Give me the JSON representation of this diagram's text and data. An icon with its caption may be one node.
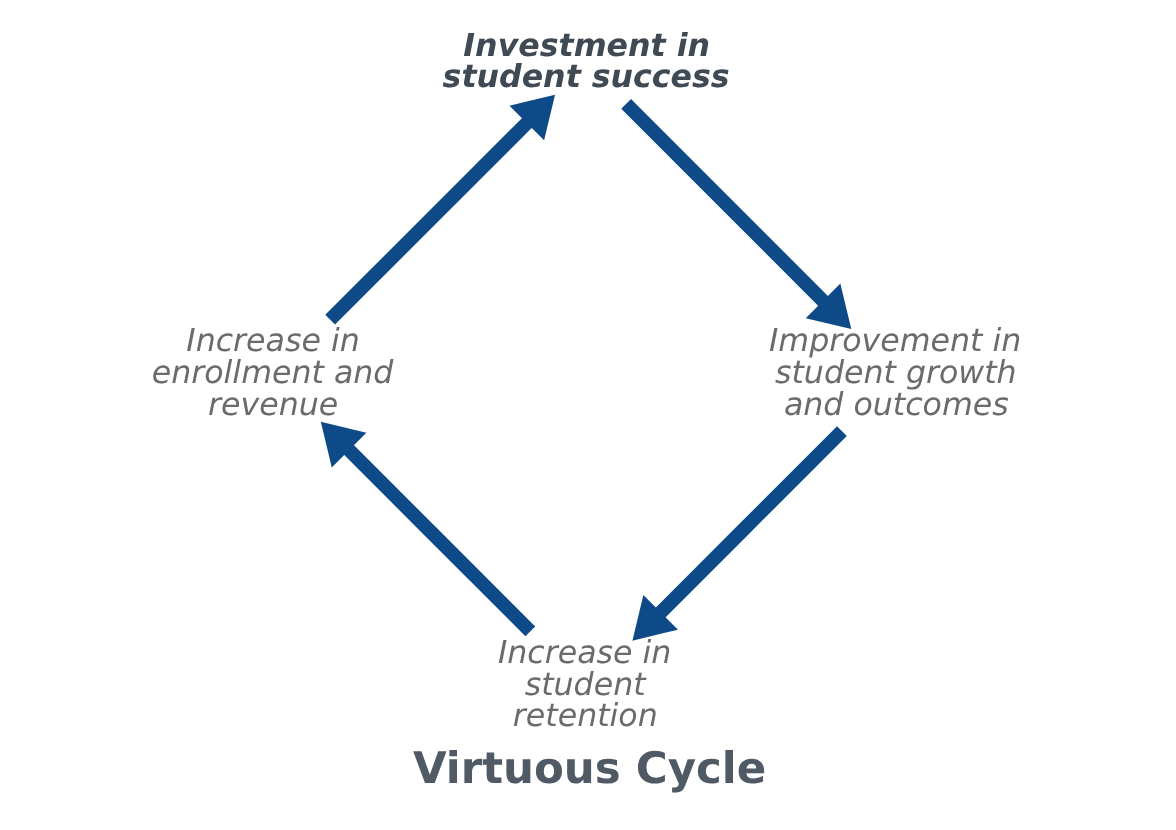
{
  "diagram": {
    "title": "Virtuous Cycle",
    "nodes": [
      {
        "text": [
          "Increase in student retention"
        ]
      },
      {
        "text": [
          "Increase in enrollment and revenue"
        ]
      },
      {
        "text": [
          "Investment in student success"
        ]
      },
      {
        "text": [
          "Improvement in student growth and outcomes"
        ]
      }
    ],
    "edges": [
      {
        "from": 0,
        "to": 1,
        "arrow": "to"
      },
      {
        "from": 1,
        "to": 2,
        "arrow": "to"
      },
      {
        "from": 2,
        "to": 3,
        "arrow": "to"
      },
      {
        "from": 3,
        "to": 0,
        "arrow": "to"
      }
    ]
  }
}
